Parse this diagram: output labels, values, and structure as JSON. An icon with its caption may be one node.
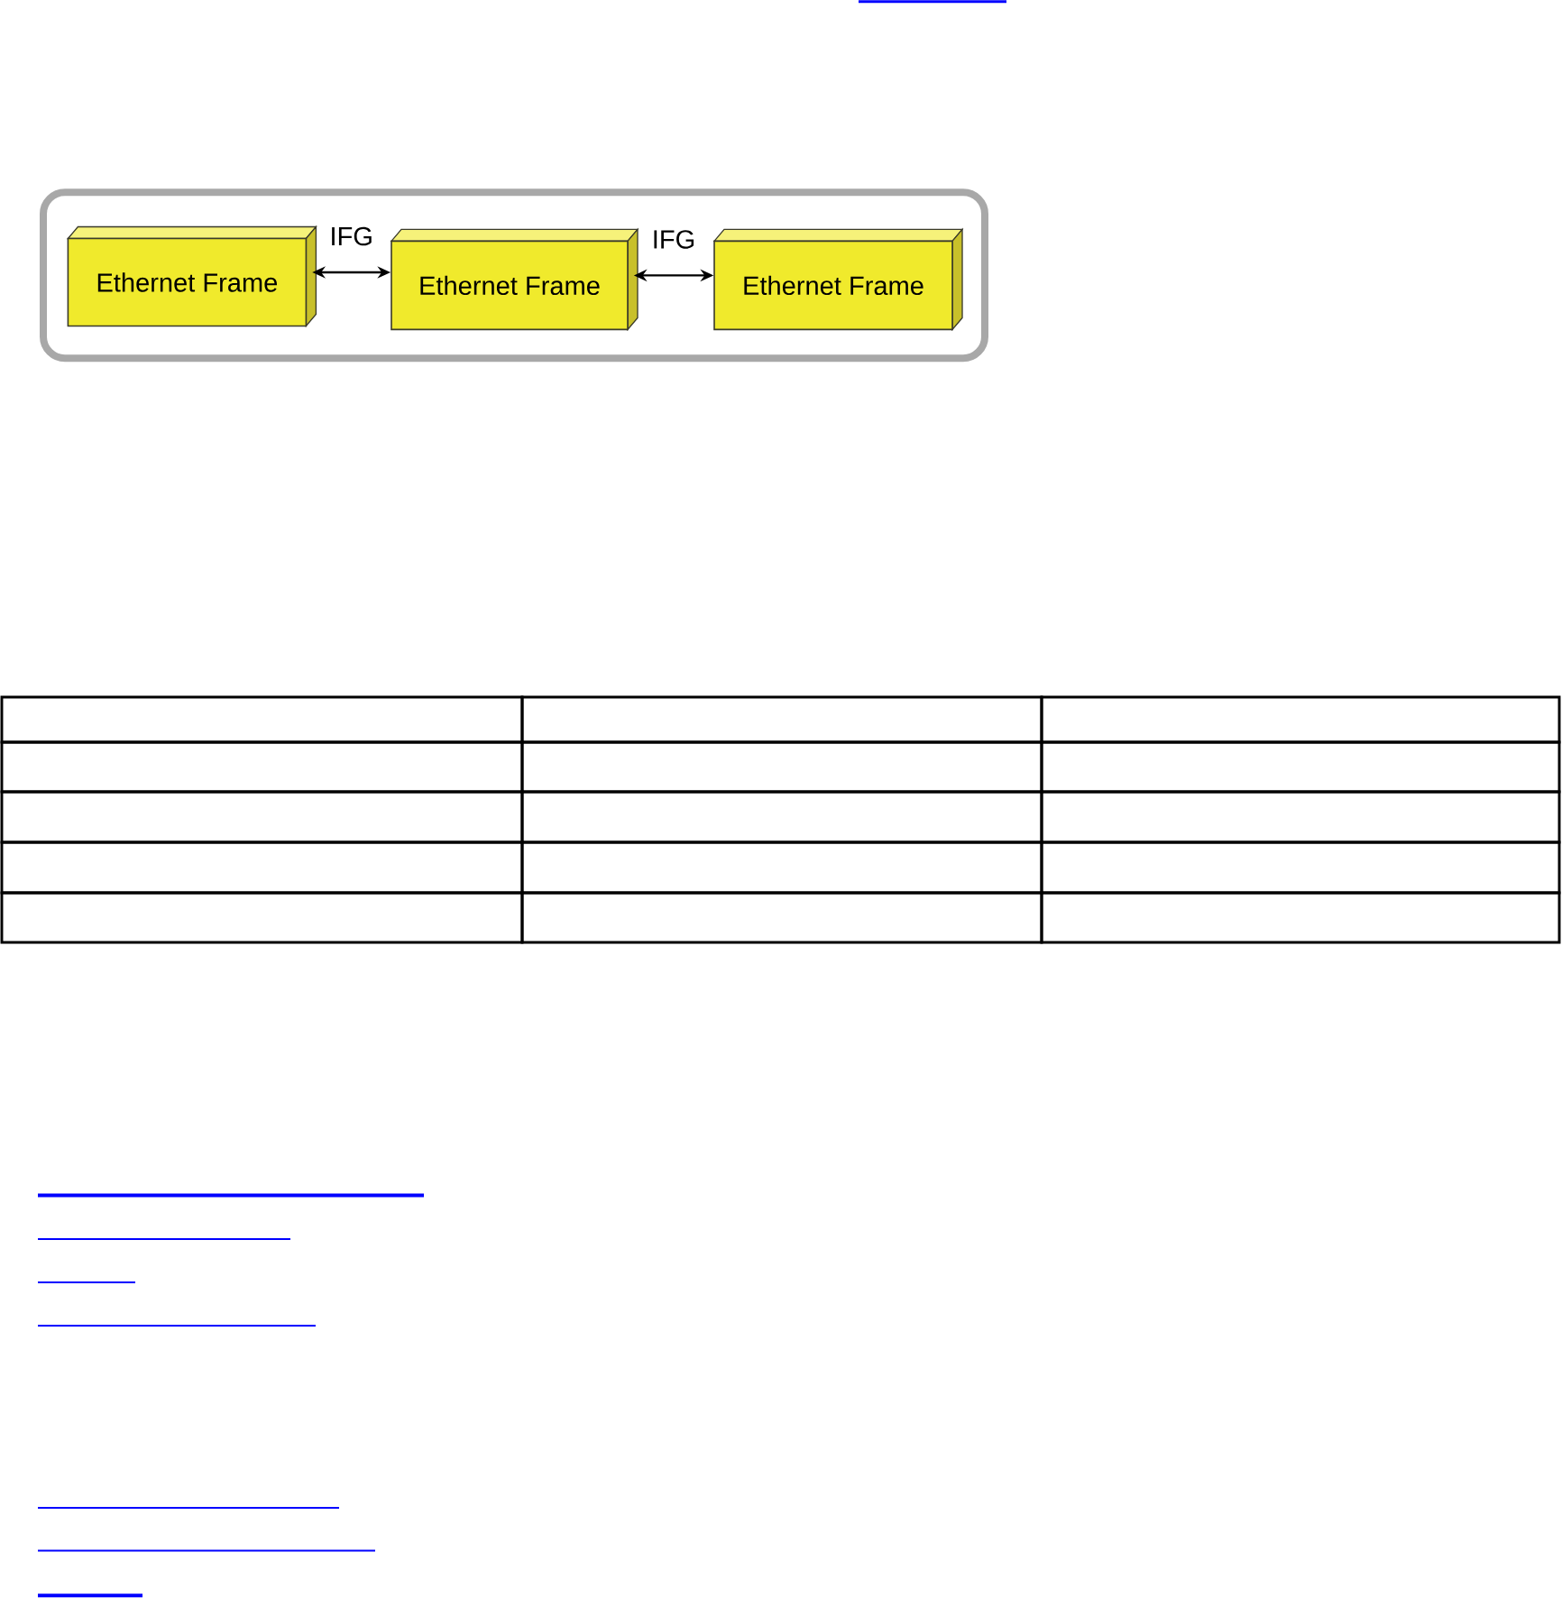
{
  "diagram": {
    "nodes": [
      {
        "text": [],
        "shape": "box"
      },
      {
        "text": [
          "Ethernet Frame"
        ],
        "in": 0
      },
      {
        "text": [
          "Ethernet Frame"
        ],
        "in": 0
      },
      {
        "text": [
          "Ethernet Frame"
        ],
        "in": 0
      }
    ],
    "edges": [
      {
        "from": 1,
        "to": 2,
        "arrow": "both",
        "label": "IFG"
      },
      {
        "from": 2,
        "to": 3,
        "arrow": "both",
        "label": "IFG"
      }
    ]
  }
}
